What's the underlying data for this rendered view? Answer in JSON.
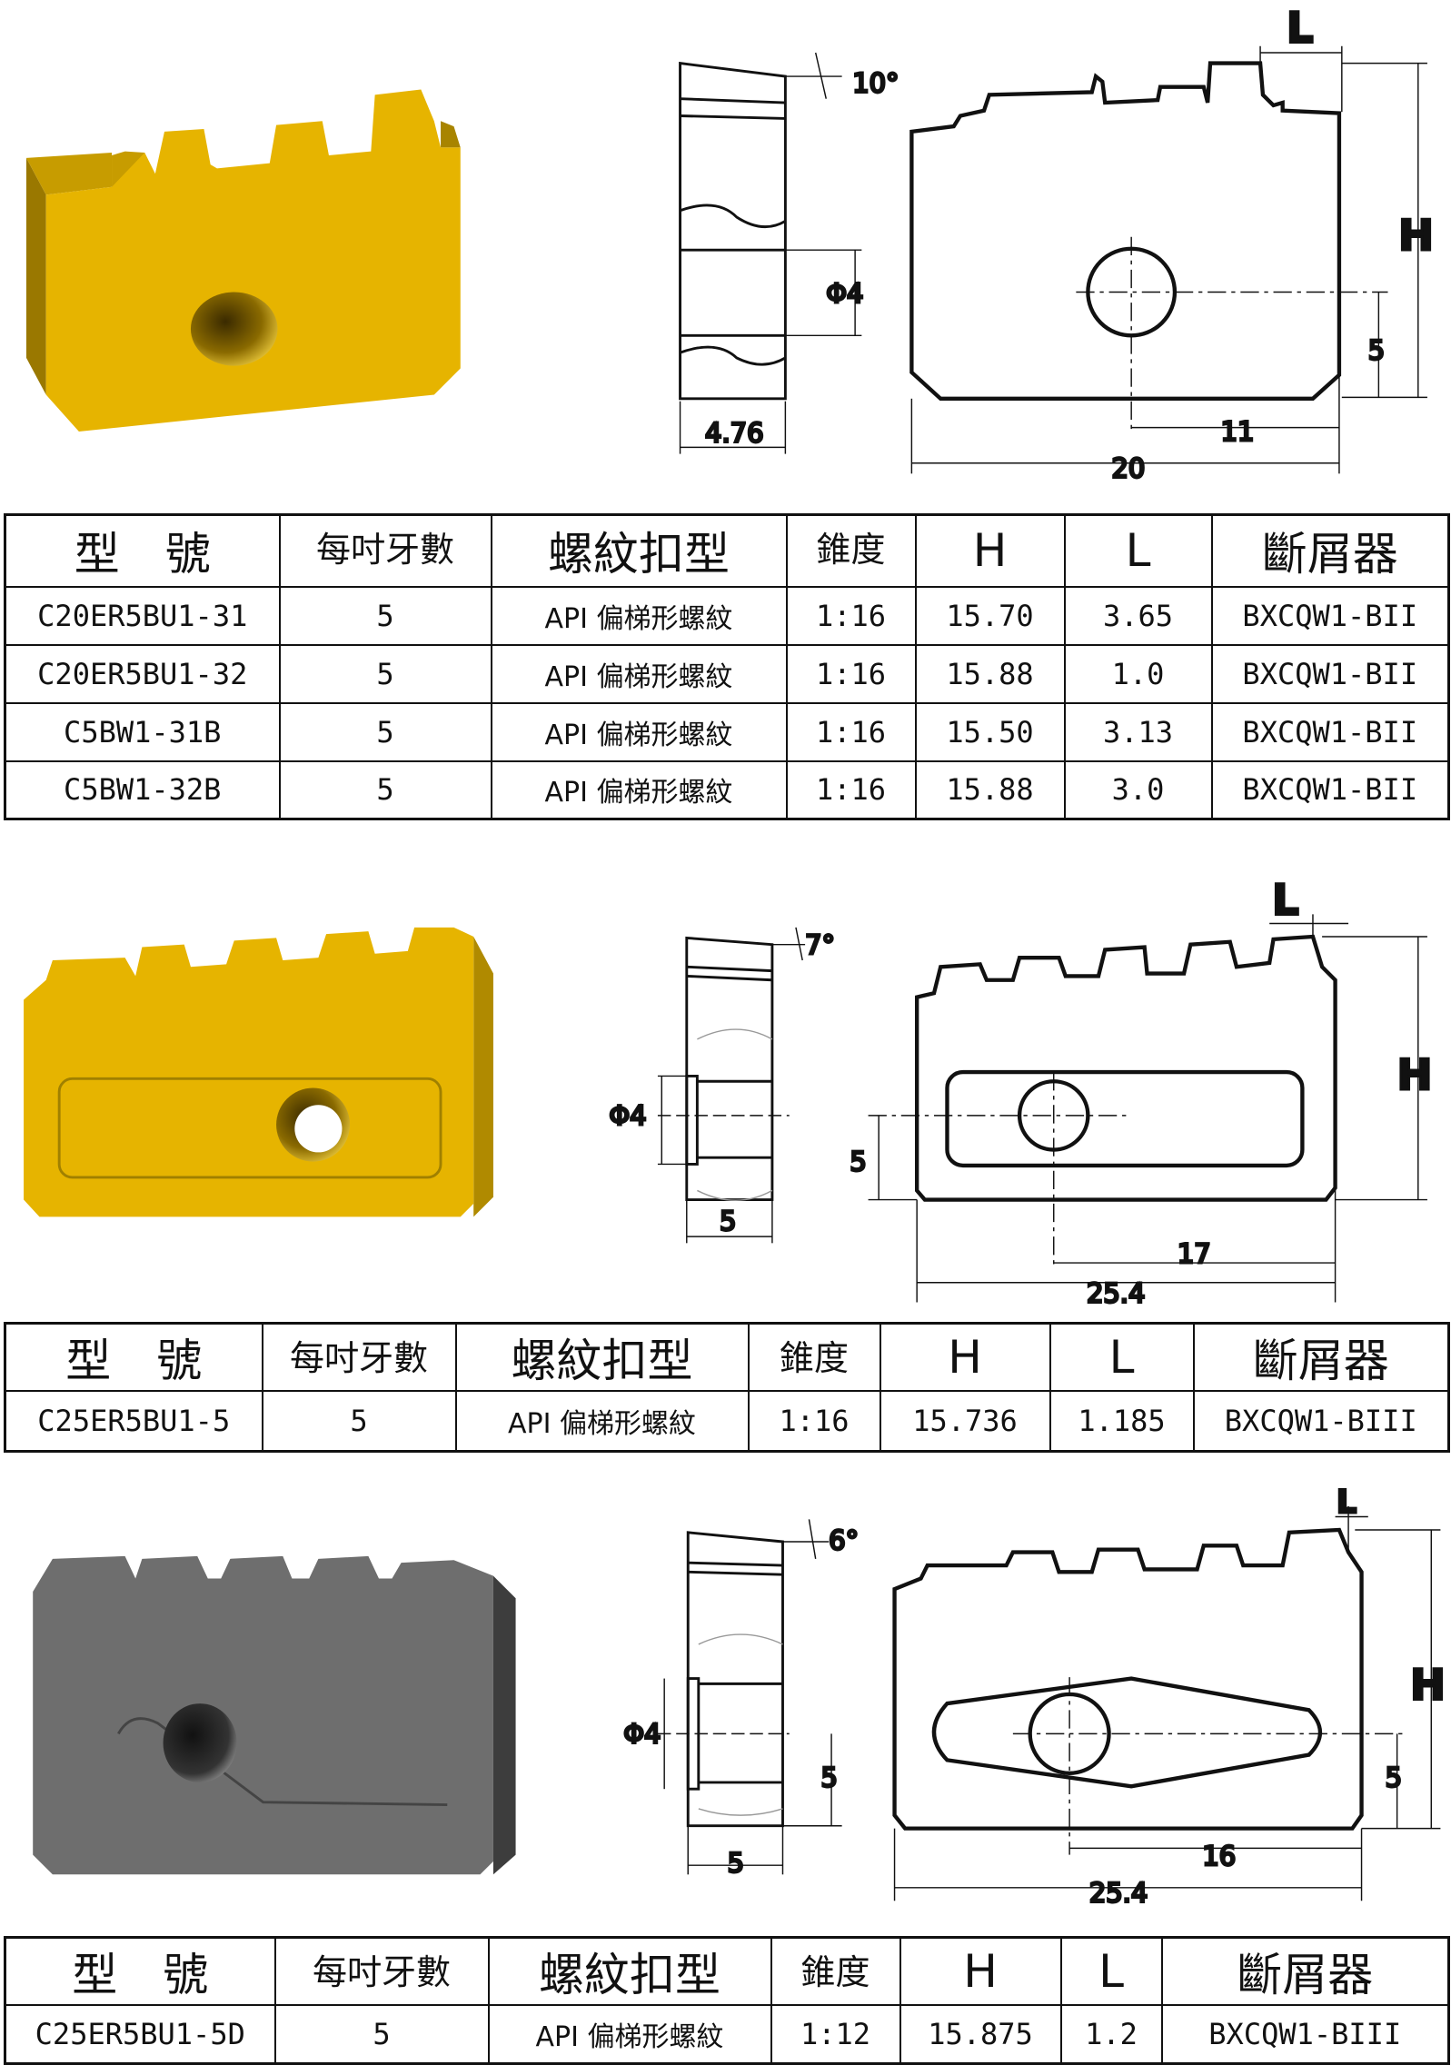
{
  "headers": {
    "model": "型　號",
    "tpi": "每吋牙數",
    "thread_form": "螺紋扣型",
    "taper": "錐度",
    "h": "H",
    "l": "L",
    "chip_breaker": "斷屑器"
  },
  "sections": [
    {
      "dims": {
        "angle": "10°",
        "hole": "Φ4",
        "thickness": "4.76",
        "l": "L",
        "h": "H",
        "hole_height": "5",
        "hole_offset": "11",
        "width": "20"
      },
      "insert_color": "#e6b400",
      "rows": [
        {
          "model": "C20ER5BU1-31",
          "tpi": "5",
          "thread_form": "API 偏梯形螺紋",
          "taper": "1:16",
          "h": "15.70",
          "l": "3.65",
          "chip_breaker": "BXCQW1-BII"
        },
        {
          "model": "C20ER5BU1-32",
          "tpi": "5",
          "thread_form": "API 偏梯形螺紋",
          "taper": "1:16",
          "h": "15.88",
          "l": "1.0",
          "chip_breaker": "BXCQW1-BII"
        },
        {
          "model": "C5BW1-31B",
          "tpi": "5",
          "thread_form": "API 偏梯形螺紋",
          "taper": "1:16",
          "h": "15.50",
          "l": "3.13",
          "chip_breaker": "BXCQW1-BII"
        },
        {
          "model": "C5BW1-32B",
          "tpi": "5",
          "thread_form": "API 偏梯形螺紋",
          "taper": "1:16",
          "h": "15.88",
          "l": "3.0",
          "chip_breaker": "BXCQW1-BII"
        }
      ]
    },
    {
      "dims": {
        "angle": "7°",
        "hole": "Φ4",
        "thickness": "5",
        "l": "L",
        "h": "H",
        "hole_height": "5",
        "hole_offset": "17",
        "width": "25.4"
      },
      "insert_color": "#e6b400",
      "rows": [
        {
          "model": "C25ER5BU1-5",
          "tpi": "5",
          "thread_form": "API 偏梯形螺紋",
          "taper": "1:16",
          "h": "15.736",
          "l": "1.185",
          "chip_breaker": "BXCQW1-BIII"
        }
      ]
    },
    {
      "dims": {
        "angle": "6°",
        "hole": "Φ4",
        "side_hole_height": "5",
        "thickness": "5",
        "l": "L",
        "h": "H",
        "hole_height": "5",
        "hole_offset": "16",
        "width": "25.4"
      },
      "insert_color": "#6e6e6e",
      "rows": [
        {
          "model": "C25ER5BU1-5D",
          "tpi": "5",
          "thread_form": "API 偏梯形螺紋",
          "taper": "1:12",
          "h": "15.875",
          "l": "1.2",
          "chip_breaker": "BXCQW1-BIII"
        }
      ]
    }
  ]
}
